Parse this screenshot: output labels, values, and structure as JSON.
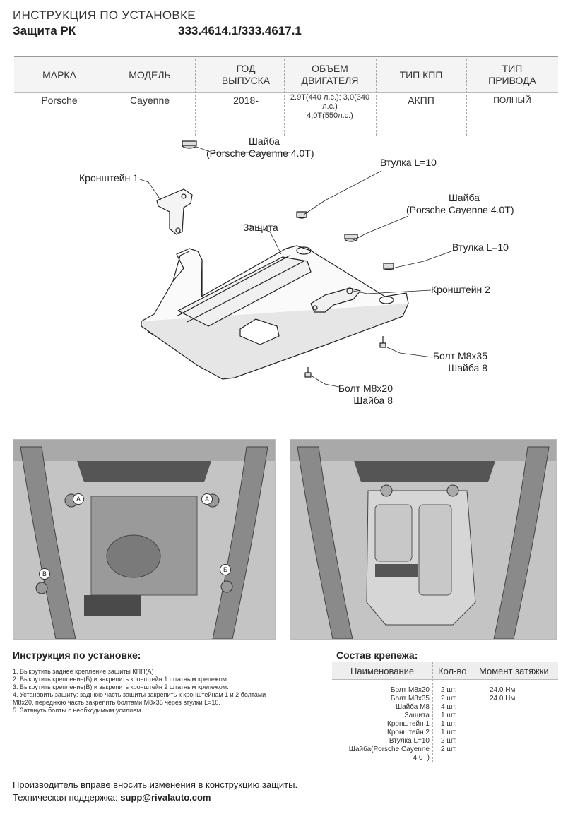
{
  "header": {
    "title": "ИНСТРУКЦИЯ ПО УСТАНОВКЕ",
    "product": "Защита РК",
    "code": "333.4614.1/333.4617.1"
  },
  "spec": {
    "columns": [
      {
        "header": "МАРКА",
        "value": "Porsche"
      },
      {
        "header": "МОДЕЛЬ",
        "value": "Cayenne"
      },
      {
        "header": "ГОД ВЫПУСКА",
        "value": "2018-"
      },
      {
        "header": "ОБЪЕМ ДВИГАТЕЛЯ",
        "value_line1": "2.9Т(440 л.с.); 3,0(340 л.с.)",
        "value_line2": "4,0Т(550л.с.)"
      },
      {
        "header": "ТИП КПП",
        "value": "АКПП"
      },
      {
        "header": "ТИП ПРИВОДА",
        "value": "ПОЛНЫЙ"
      }
    ]
  },
  "diagram": {
    "labels": {
      "washer_top_1": "Шайба",
      "washer_top_2": "(Porsche Cayenne 4.0T)",
      "bracket1": "Кронштейн 1",
      "sleeve1": "Втулка L=10",
      "washer_right_1": "Шайба",
      "washer_right_2": "(Porsche Cayenne 4.0T)",
      "guard": "Защита",
      "sleeve2": "Втулка L=10",
      "bracket2": "Кронштейн 2",
      "bolt35_1": "Болт М8х35",
      "bolt35_2": "Шайба 8",
      "bolt20_1": "Болт М8х20",
      "bolt20_2": "Шайба 8"
    }
  },
  "photos": {
    "left": {
      "markers": [
        "А",
        "А",
        "В",
        "Б"
      ]
    },
    "right": {}
  },
  "instructions": {
    "title": "Инструкция по установке:",
    "steps": [
      "1. Выкрутить заднее крепление защиты КПП(А)",
      "2. Выкрутить крепление(Б) и закрепить кронштейн 1 штатным крепежом.",
      "3. Выкрутить крепление(В) и закрепить кронштейн 2 штатным крепежом.",
      "4. Установить защиту: заднюю часть защиты закрепить к кронштейнам 1 и 2 болтами",
      "М8х20, переднюю часть закрепить болтами М8х35 через втулки L=10.",
      "5. Затянуть болты с необходимым усилием."
    ]
  },
  "fasteners": {
    "title": "Состав крепежа:",
    "headers": {
      "name": "Наименование",
      "qty": "Кол-во",
      "torque": "Момент затяжки"
    },
    "rows": [
      {
        "name": "Болт М8х20",
        "qty": "2 шт.",
        "torque": "24.0 Нм"
      },
      {
        "name": "Болт М8х35",
        "qty": "2 шт.",
        "torque": "24.0 Нм"
      },
      {
        "name": "Шайба М8",
        "qty": "4 шт.",
        "torque": ""
      },
      {
        "name": "Защита",
        "qty": "1 шт.",
        "torque": ""
      },
      {
        "name": "Кронштейн 1",
        "qty": "1 шт.",
        "torque": ""
      },
      {
        "name": "Кронштейн 2",
        "qty": "1 шт.",
        "torque": ""
      },
      {
        "name": "Втулка L=10",
        "qty": "2 шт.",
        "torque": ""
      },
      {
        "name": "Шайба(Porsche Cayenne 4.0T)",
        "qty": "2 шт.",
        "torque": ""
      }
    ]
  },
  "footer": {
    "line1": "Производитель вправе вносить изменения в конструкцию защиты.",
    "support_label": "Техническая поддержка:",
    "support_email": "supp@rivalauto.com"
  }
}
